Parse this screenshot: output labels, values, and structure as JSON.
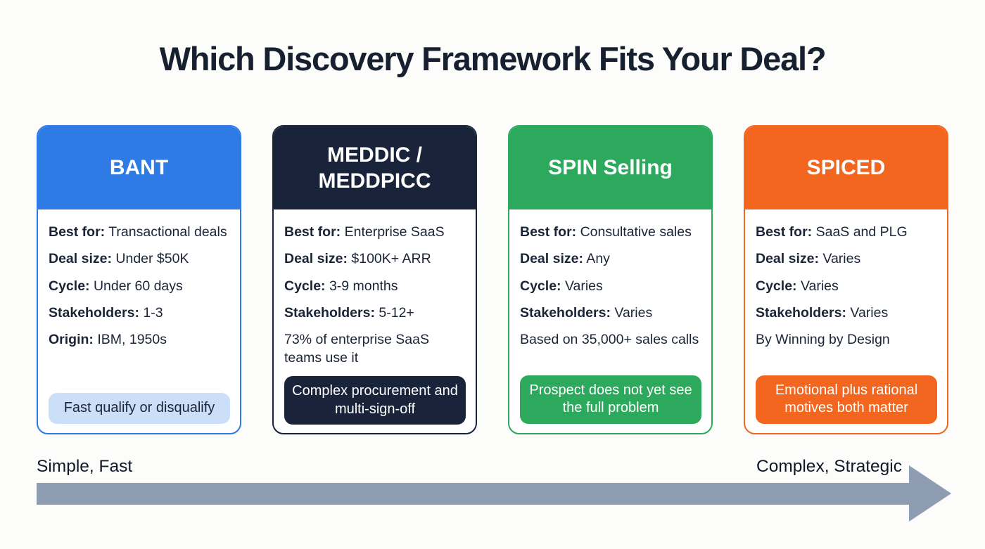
{
  "title": "Which Discovery Framework Fits Your Deal?",
  "colors": {
    "background": "#FCFCFB",
    "title_text": "#16202F",
    "body_text": "#1B2537",
    "arrow": "#8E9DB2",
    "bant_accent": "#2E7BE6",
    "meddic_accent": "#19243A",
    "spin_accent": "#2CA95C",
    "spiced_accent": "#F2661F"
  },
  "cards": [
    {
      "title": "BANT",
      "accent": "#2E7BE6",
      "rows": [
        {
          "label": "Best for:",
          "value": "Transactional deals"
        },
        {
          "label": "Deal size:",
          "value": "Under $50K"
        },
        {
          "label": "Cycle:",
          "value": "Under 60 days"
        },
        {
          "label": "Stakeholders:",
          "value": "1-3"
        },
        {
          "label": "Origin:",
          "value": "IBM, 1950s"
        }
      ],
      "note": "",
      "callout": {
        "text": "Fast qualify or disqualify",
        "bg": "#CBDFF8",
        "fg": "#1B2537"
      }
    },
    {
      "title": "MEDDIC / MEDDPICC",
      "accent": "#19243A",
      "rows": [
        {
          "label": "Best for:",
          "value": "Enterprise SaaS"
        },
        {
          "label": "Deal size:",
          "value": "$100K+ ARR"
        },
        {
          "label": "Cycle:",
          "value": "3-9 months"
        },
        {
          "label": "Stakeholders:",
          "value": "5-12+"
        }
      ],
      "note": "73% of enterprise SaaS teams use it",
      "callout": {
        "text": "Complex procurement and multi-sign-off",
        "bg": "#19243A",
        "fg": "#FFFFFF"
      }
    },
    {
      "title": "SPIN Selling",
      "accent": "#2CA95C",
      "rows": [
        {
          "label": "Best for:",
          "value": "Consultative sales"
        },
        {
          "label": "Deal size:",
          "value": "Any"
        },
        {
          "label": "Cycle:",
          "value": "Varies"
        },
        {
          "label": "Stakeholders:",
          "value": "Varies"
        }
      ],
      "note": "Based on 35,000+ sales calls",
      "callout": {
        "text": "Prospect does not yet see the full problem",
        "bg": "#2CA95C",
        "fg": "#FFFFFF"
      }
    },
    {
      "title": "SPICED",
      "accent": "#F2661F",
      "rows": [
        {
          "label": "Best for:",
          "value": "SaaS and PLG"
        },
        {
          "label": "Deal size:",
          "value": "Varies"
        },
        {
          "label": "Cycle:",
          "value": "Varies"
        },
        {
          "label": "Stakeholders:",
          "value": "Varies"
        }
      ],
      "note": "By Winning by Design",
      "callout": {
        "text": "Emotional plus rational motives both matter",
        "bg": "#F2661F",
        "fg": "#FFFFFF"
      }
    }
  ],
  "axis": {
    "left_label": "Simple, Fast",
    "right_label": "Complex, Strategic"
  }
}
